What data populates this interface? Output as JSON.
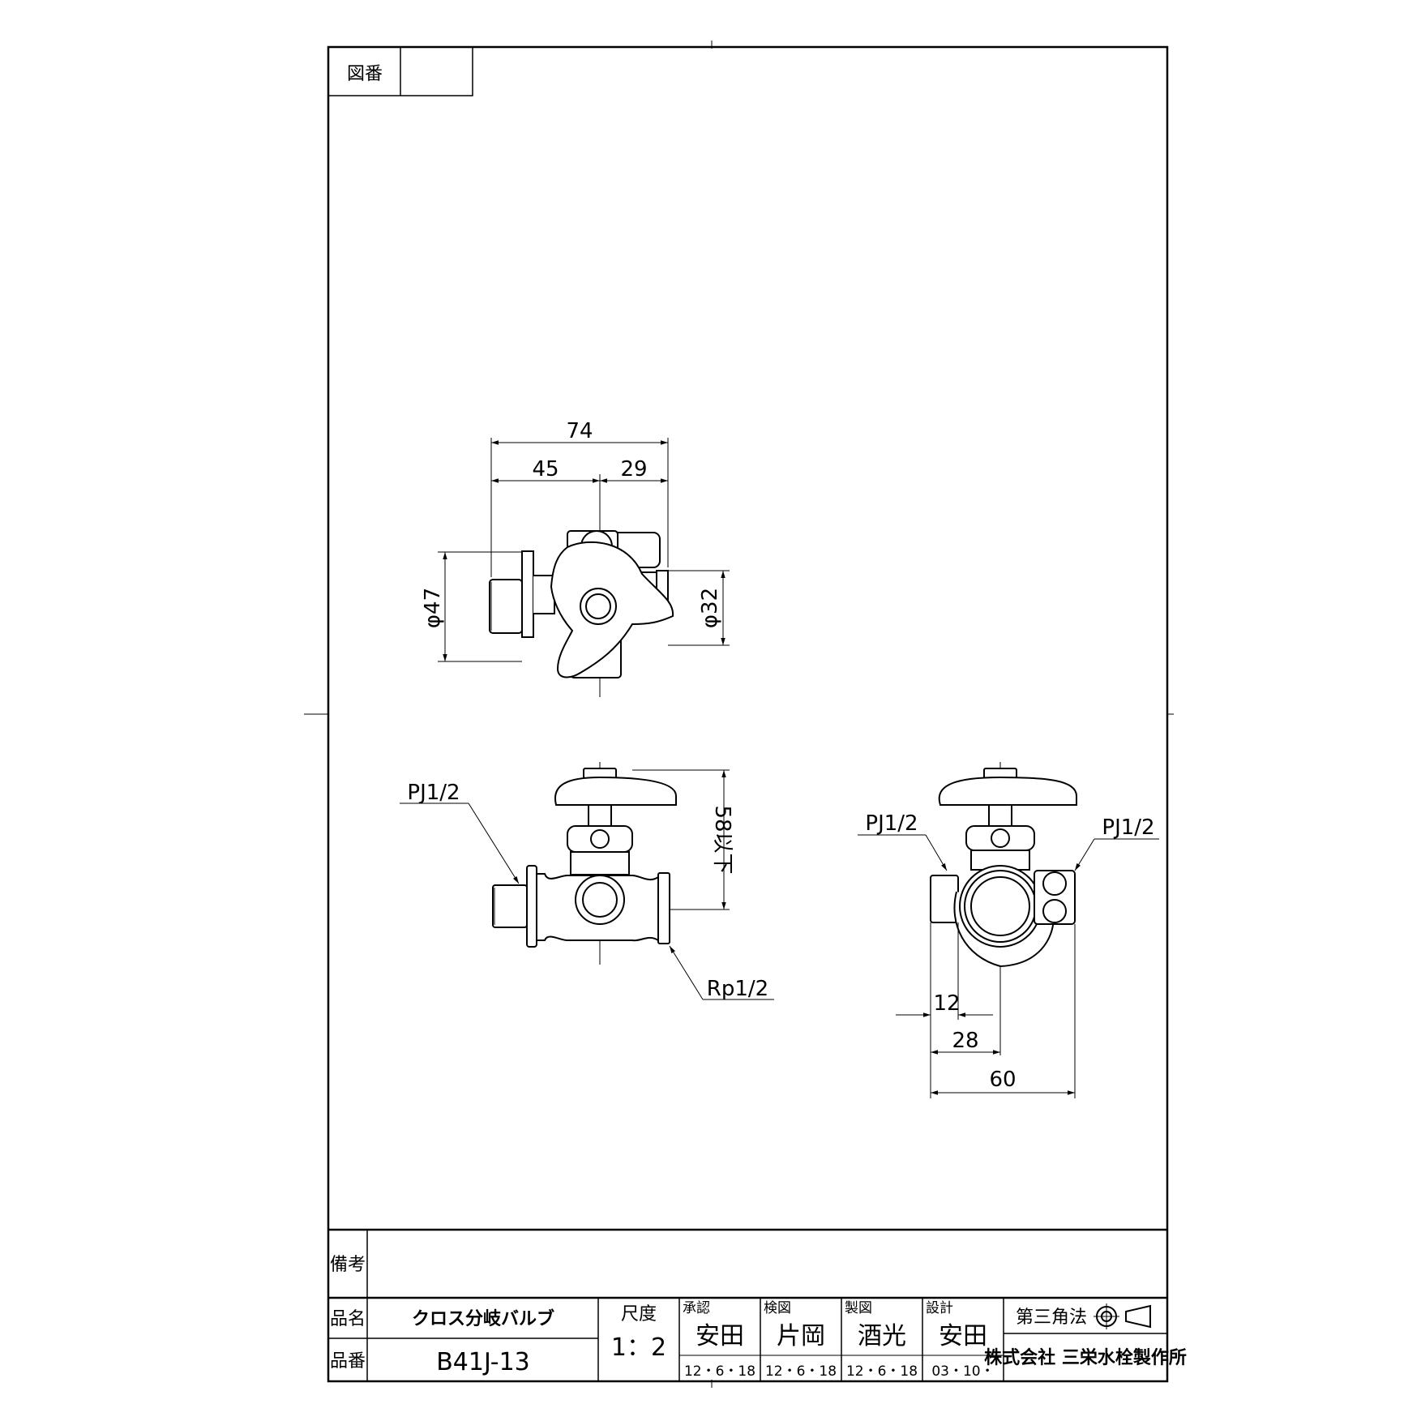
{
  "drawing_number_label": "図番",
  "drawing_number_value": "",
  "dimensions": {
    "total_width": "74",
    "left_part": "45",
    "right_part": "29",
    "flange_dia": "φ47",
    "right_dia": "φ32",
    "height": "58以下",
    "side_offset_12": "12",
    "side_offset_28": "28",
    "side_width_60": "60"
  },
  "callouts": {
    "front_left": "PJ1/2",
    "front_bottom": "Rp1/2",
    "side_left": "PJ1/2",
    "side_right": "PJ1/2"
  },
  "title_block": {
    "remarks_label": "備考",
    "remarks_value": "",
    "name_label": "品名",
    "name_value": "クロス分岐バルブ",
    "number_label": "品番",
    "number_value": "B41J-13",
    "scale_label": "尺度",
    "scale_value": "1：2",
    "signatures": [
      {
        "role": "承認",
        "name": "安田",
        "date": "12・6・18"
      },
      {
        "role": "検図",
        "name": "片岡",
        "date": "12・6・18"
      },
      {
        "role": "製図",
        "name": "酒光",
        "date": "12・6・18"
      },
      {
        "role": "設計",
        "name": "安田",
        "date": "03・10・"
      }
    ],
    "projection": "第三角法",
    "company": "株式会社 三栄水栓製作所"
  }
}
